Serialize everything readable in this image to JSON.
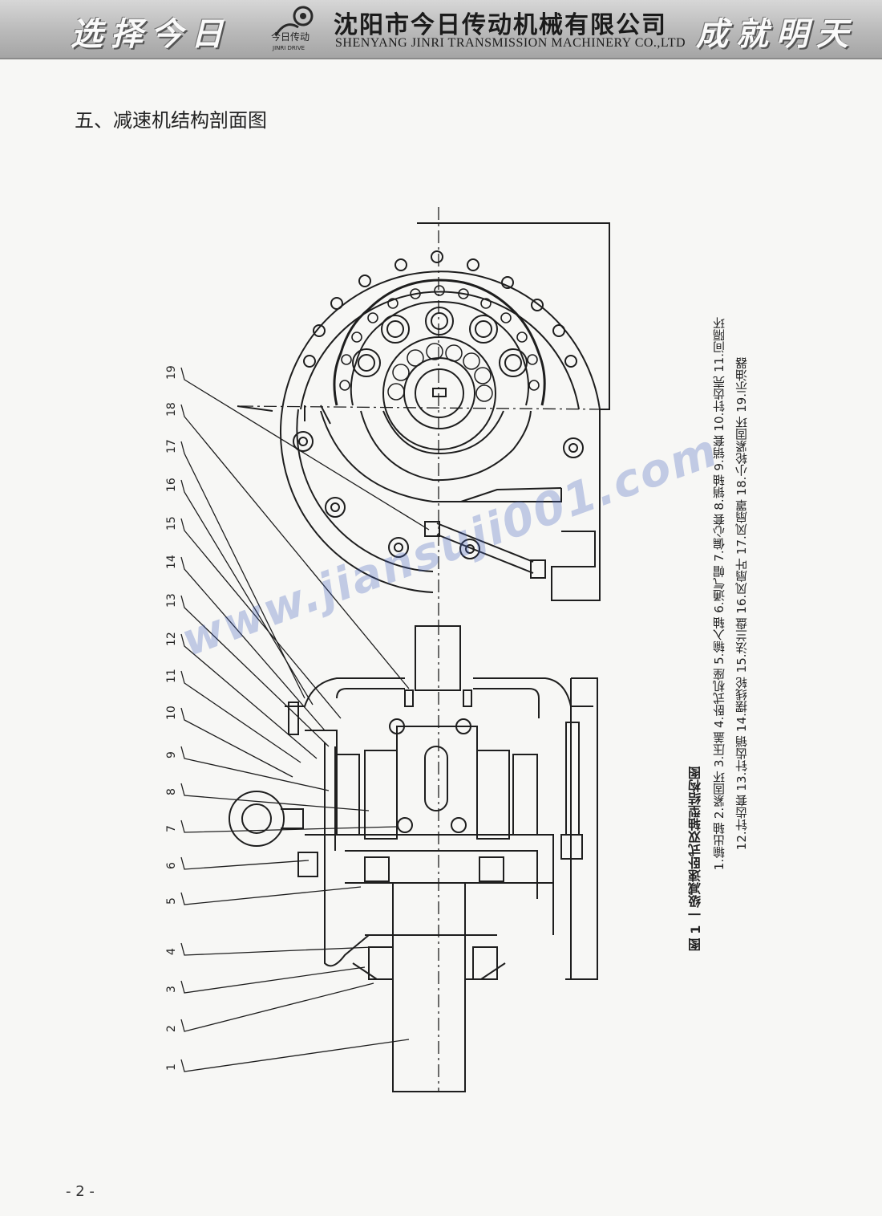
{
  "header": {
    "slogan_left": "选择今日",
    "slogan_right": "成就明天",
    "company_cn": "沈阳市今日传动机械有限公司",
    "company_en": "SHENYANG JINRI TRANSMISSION MACHINERY CO.,LTD",
    "logo_text_cn": "今日传动",
    "logo_text_en": "JINRI DRIVE"
  },
  "section_title": "五、减速机结构剖面图",
  "drawing": {
    "part_numbers": [
      "1",
      "2",
      "3",
      "4",
      "5",
      "6",
      "7",
      "8",
      "9",
      "10",
      "11",
      "12",
      "13",
      "14",
      "15",
      "16",
      "17",
      "18",
      "19"
    ]
  },
  "caption": {
    "title": "图 1   一级减速卧式双轴型结构图",
    "legend_line1": "1.输出轴 2.紧固环 3.压盖 4.卧式机座 5.输入轴 6.通气帽 7.偏心套  8.销轴  9.销套  10.针齿壳  11.间隔环",
    "legend_line2": "12.针齿套  13.针齿销  14.摆线轮 15.法兰盘  16.风扇叶 17.风扇罩  18.小轮紧固环  19.示油器"
  },
  "watermark": "www.jiansuji001.com",
  "page_number": "- 2 -"
}
